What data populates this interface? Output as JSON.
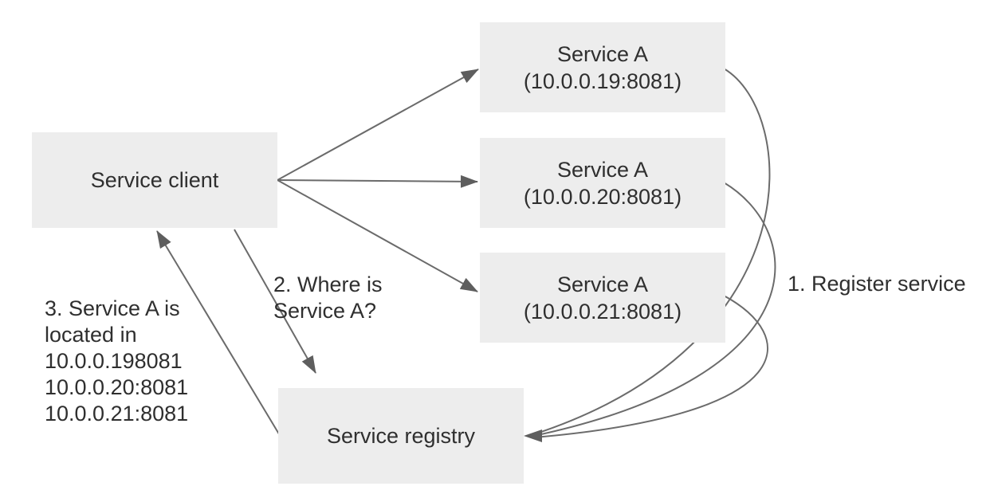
{
  "diagram": {
    "nodes": {
      "client": {
        "label": "Service client"
      },
      "service_a_1": {
        "title": "Service A",
        "address": "(10.0.0.19:8081)"
      },
      "service_a_2": {
        "title": "Service A",
        "address": "(10.0.0.20:8081)"
      },
      "service_a_3": {
        "title": "Service A",
        "address": "(10.0.0.21:8081)"
      },
      "registry": {
        "label": "Service registry"
      }
    },
    "annotations": {
      "register": {
        "text": "1. Register service"
      },
      "query": {
        "lines": [
          "2. Where is",
          "Service A?"
        ]
      },
      "response": {
        "lines": [
          "3. Service A is",
          "located in",
          "10.0.0.198081",
          "10.0.0.20:8081",
          "10.0.0.21:8081"
        ]
      }
    },
    "colors": {
      "box_fill": "#ededed",
      "text": "#2f2f2f",
      "arrow_line": "#6b6b6b",
      "arrow_head": "#5e5e5e",
      "background": "#ffffff"
    }
  }
}
